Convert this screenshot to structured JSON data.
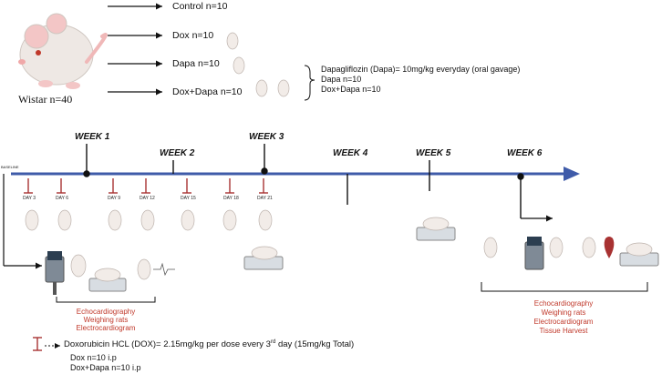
{
  "study": {
    "animals_label": "Wistar n=40",
    "groups": [
      {
        "label": "Control n=10"
      },
      {
        "label": "Dox n=10"
      },
      {
        "label": "Dapa n=10"
      },
      {
        "label": "Dox+Dapa n=10"
      }
    ],
    "dapa_note": {
      "line1": "Dapagliflozin (Dapa)= 10mg/kg everyday (oral gavage)",
      "line2": "Dapa n=10",
      "line3": "Dox+Dapa n=10"
    }
  },
  "timeline": {
    "start_label": "BASELINE",
    "weeks": [
      "WEEK 1",
      "WEEK 2",
      "WEEK 3",
      "WEEK 4",
      "WEEK 5",
      "WEEK 6"
    ],
    "dox_days": [
      "DAY 3",
      "DAY 6",
      "DAY 9",
      "DAY 12",
      "DAY 15",
      "DAY 18",
      "DAY 21"
    ]
  },
  "baseline_measures": {
    "line1": "Echocardiography",
    "line2": "Weighing rats",
    "line3": "Electrocardiogram"
  },
  "final_measures": {
    "line1": "Echocardiography",
    "line2": "Weighing rats",
    "line3": "Electrocardiogram",
    "line4": "Tissue Harvest"
  },
  "dox_legend": {
    "line1": "Doxorubicin HCL (DOX)= 2.15mg/kg per dose every 3",
    "superscript": "rd",
    "line1_end": " day (15mg/kg Total)",
    "line2": "Dox n=10 i.p",
    "line3": "Dox+Dapa n=10 i.p"
  },
  "colors": {
    "timeline": "#3f5ba9",
    "injection_marker": "#a83232",
    "measure_text": "#c0392b"
  }
}
